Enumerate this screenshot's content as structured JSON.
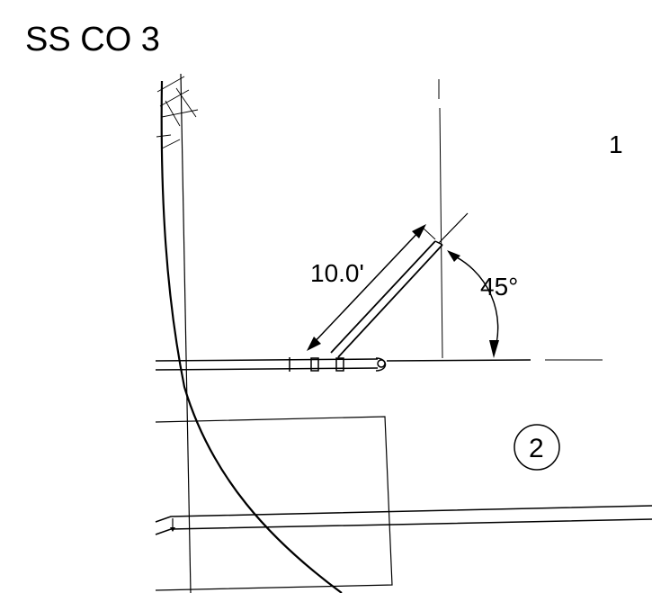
{
  "title": "SS CO 3",
  "dimension": {
    "length": "10.0'",
    "angle": "45°"
  },
  "labels": {
    "lot": "1",
    "circled": "2"
  }
}
